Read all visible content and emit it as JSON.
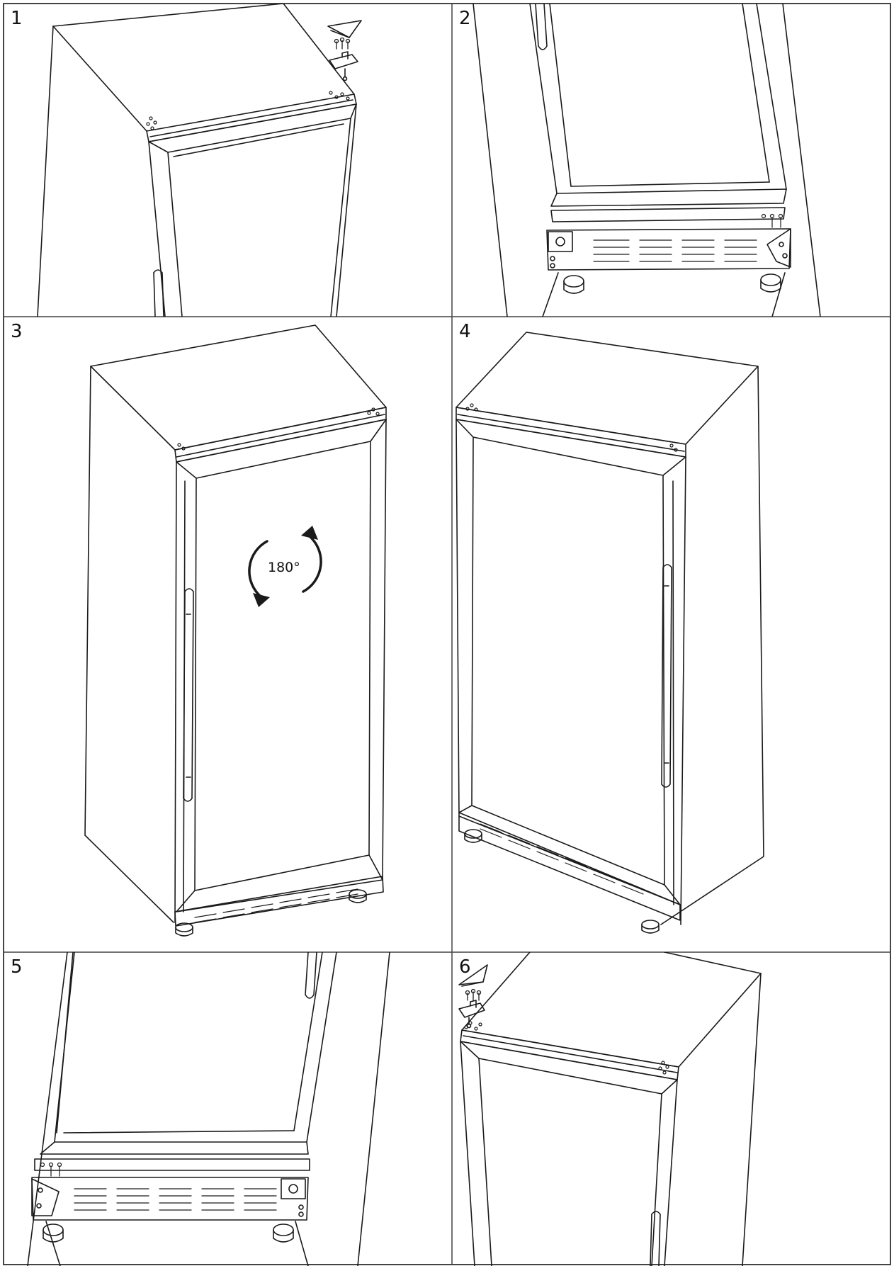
{
  "steps": [
    {
      "number": "1"
    },
    {
      "number": "2"
    },
    {
      "number": "3",
      "rotation_label": "180°"
    },
    {
      "number": "4"
    },
    {
      "number": "5"
    },
    {
      "number": "6"
    }
  ],
  "colors": {
    "line": "#1a1a1a",
    "grid": "#444444",
    "background": "#ffffff"
  }
}
